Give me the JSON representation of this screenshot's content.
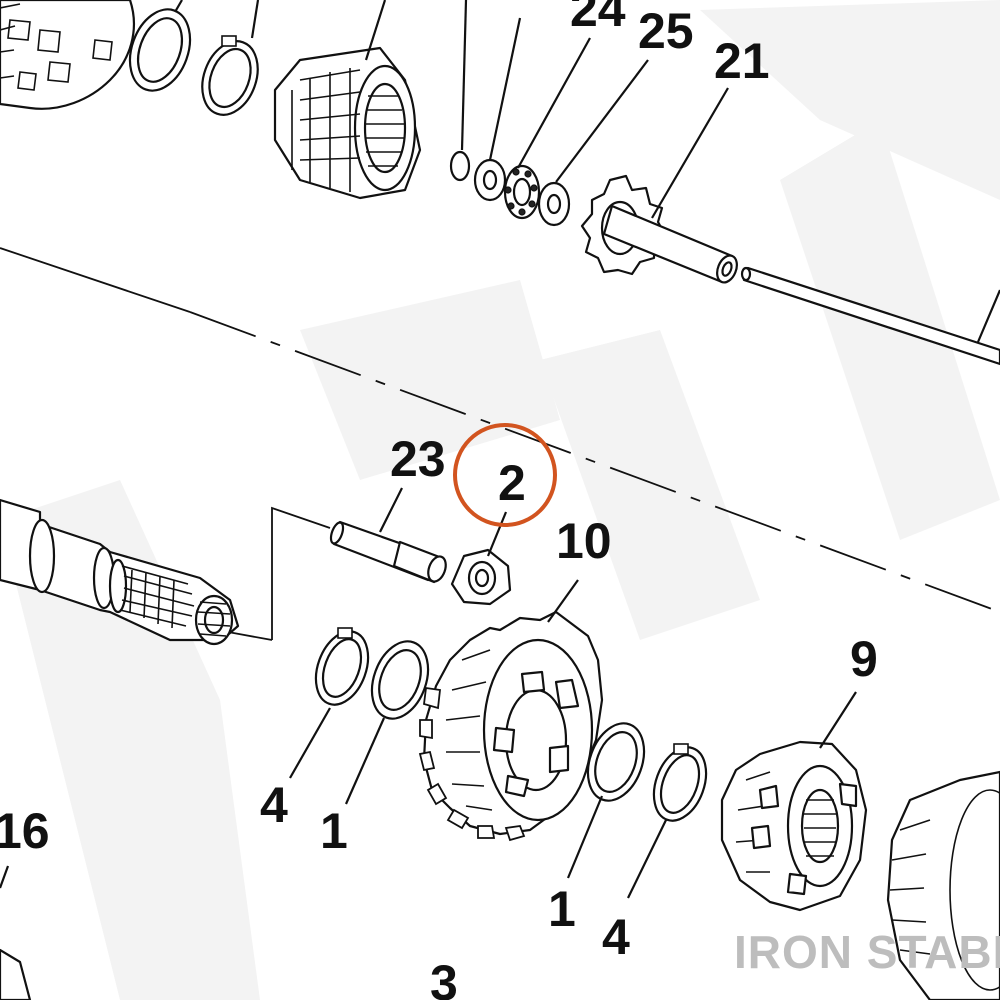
{
  "callouts": {
    "c24": "24",
    "c25": "25",
    "c21": "21",
    "c23": "23",
    "c2": "2",
    "c10": "10",
    "c9": "9",
    "c4a": "4",
    "c1a": "1",
    "c1b": "1",
    "c4b": "4",
    "c16": "16",
    "c3": "3"
  },
  "highlight": {
    "callout": "2",
    "ring_color": "#d2541f"
  },
  "watermark": {
    "brand": "IRON STABLE",
    "color": "#bdbdbd"
  },
  "icons": [
    "gear-illustration",
    "snap-ring-illustration",
    "shaft-illustration",
    "nut-illustration",
    "bearing-illustration"
  ]
}
